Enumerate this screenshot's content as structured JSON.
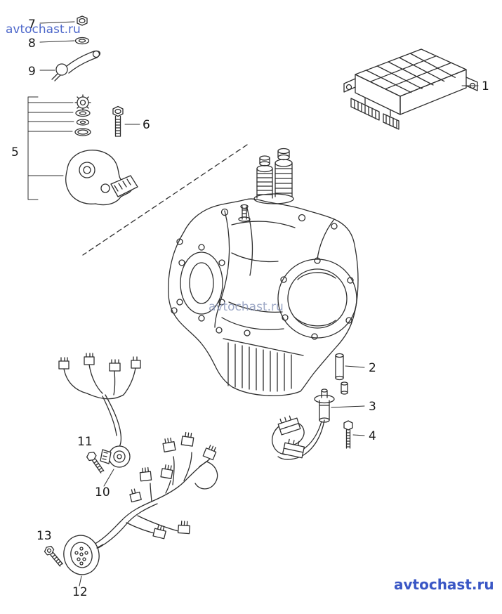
{
  "watermarks": {
    "top_left": "avtochast.ru",
    "center": "avtochast.ru",
    "bottom_right": "avtochast.ru"
  },
  "callouts": {
    "c1": "1",
    "c2": "2",
    "c3": "3",
    "c4": "4",
    "c5": "5",
    "c6": "6",
    "c7": "7",
    "c8": "8",
    "c9": "9",
    "c10": "10",
    "c11": "11",
    "c12": "12",
    "c13": "13"
  },
  "colors": {
    "line": "#2e2e2e",
    "label": "#1a1a1a",
    "watermark_blue": "#3a57c5",
    "watermark_muted": "#8d9abd",
    "background": "#ffffff"
  }
}
